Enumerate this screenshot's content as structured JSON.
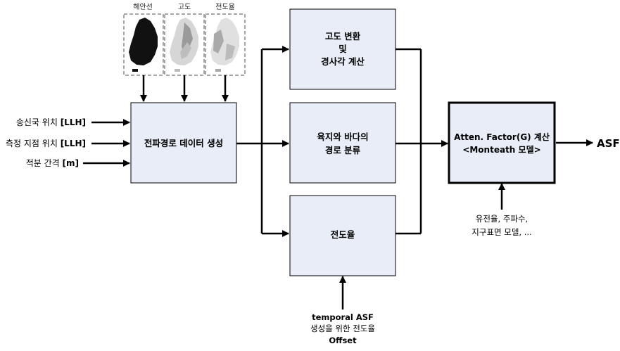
{
  "maps": [
    {
      "id": "coastline",
      "label": "해안선"
    },
    {
      "id": "elevation",
      "label": "고도"
    },
    {
      "id": "conductivity",
      "label": "전도율"
    }
  ],
  "inputs": [
    {
      "prefix": "송신국 위치 ",
      "bold": "[LLH]"
    },
    {
      "prefix": "측정 지점 위치 ",
      "bold": "[LLH]"
    },
    {
      "prefix": "적분 간격 ",
      "bold": "[m]"
    }
  ],
  "boxes": {
    "path_data": "전파경로 데이터 생성",
    "elevation_conv": [
      "고도 변환",
      "및",
      "경사각 계산"
    ],
    "land_sea": [
      "육지와 바다의",
      "경로 분류"
    ],
    "conductivity": "전도율",
    "atten": [
      "Atten. Factor(G) 계산",
      "<Monteath 모델>"
    ]
  },
  "output_label": "ASF",
  "atten_params": [
    "유전율, 주파수,",
    "지구표면 모델, ..."
  ],
  "temporal": {
    "line1": "temporal ASF",
    "line2": "생성을 위한 전도율",
    "line3": "Offset"
  },
  "colors": {
    "box_fill": "#e8edf7",
    "line": "#000000",
    "map_border": "#888888"
  }
}
